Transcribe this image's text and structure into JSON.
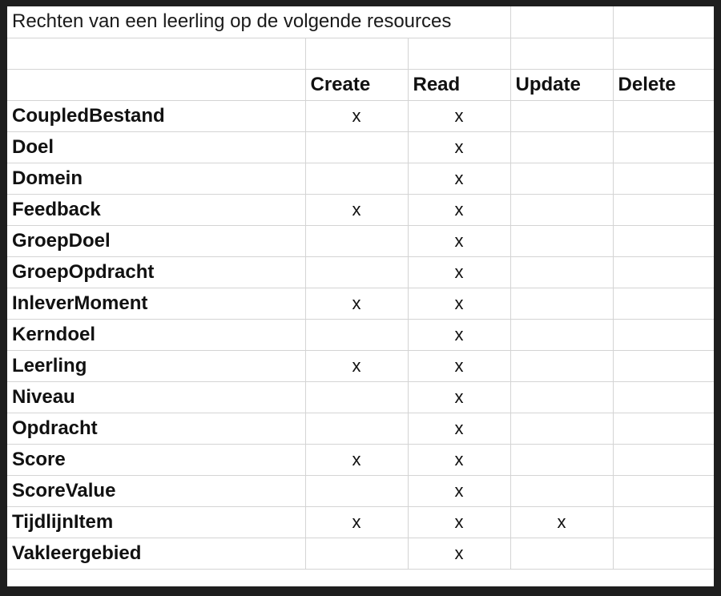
{
  "sheet": {
    "title": "Rechten van een leerling op de volgende resources",
    "columns": [
      "Create",
      "Read",
      "Update",
      "Delete"
    ],
    "rows": [
      {
        "name": "CoupledBestand",
        "create": "x",
        "read": "x",
        "update": "",
        "delete": ""
      },
      {
        "name": "Doel",
        "create": "",
        "read": "x",
        "update": "",
        "delete": ""
      },
      {
        "name": "Domein",
        "create": "",
        "read": "x",
        "update": "",
        "delete": ""
      },
      {
        "name": "Feedback",
        "create": "x",
        "read": "x",
        "update": "",
        "delete": ""
      },
      {
        "name": "GroepDoel",
        "create": "",
        "read": "x",
        "update": "",
        "delete": ""
      },
      {
        "name": "GroepOpdracht",
        "create": "",
        "read": "x",
        "update": "",
        "delete": ""
      },
      {
        "name": "InleverMoment",
        "create": "x",
        "read": "x",
        "update": "",
        "delete": ""
      },
      {
        "name": "Kerndoel",
        "create": "",
        "read": "x",
        "update": "",
        "delete": ""
      },
      {
        "name": "Leerling",
        "create": "x",
        "read": "x",
        "update": "",
        "delete": ""
      },
      {
        "name": "Niveau",
        "create": "",
        "read": "x",
        "update": "",
        "delete": ""
      },
      {
        "name": "Opdracht",
        "create": "",
        "read": "x",
        "update": "",
        "delete": ""
      },
      {
        "name": "Score",
        "create": "x",
        "read": "x",
        "update": "",
        "delete": ""
      },
      {
        "name": "ScoreValue",
        "create": "",
        "read": "x",
        "update": "",
        "delete": ""
      },
      {
        "name": "TijdlijnItem",
        "create": "x",
        "read": "x",
        "update": "x",
        "delete": ""
      },
      {
        "name": "Vakleergebied",
        "create": "",
        "read": "x",
        "update": "",
        "delete": ""
      }
    ]
  }
}
